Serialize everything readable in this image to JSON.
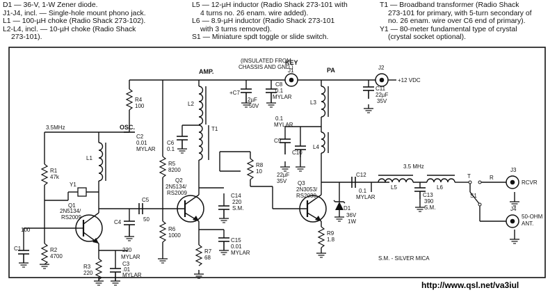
{
  "parts_list": {
    "col1": [
      "D1 — 36-V, 1-W Zener diode.",
      "J1-J4, incl. — Single-hole mount phono jack.",
      "L1 — 100-µH choke (Radio Shack 273-102).",
      "L2-L4, incl. — 10-µH choke (Radio Shack",
      "273-101)."
    ],
    "col2": [
      "L5 — 12-µH inductor (Radio Shack 273-101 with",
      "4 turns no. 26 enam. wire added).",
      "L6 — 8.9-µH inductor (Radio Shack 273-101",
      "with 3 turns removed).",
      "S1 — Miniature spdt toggle or slide switch."
    ],
    "col3": [
      "T1 — Broadband transformer (Radio Shack",
      "273-101 for primary, with 5-turn secondary of",
      "no. 26 enam. wire over C6 end of primary).",
      "Y1 — 80-meter fundamental type of crystal",
      "(crystal socket optional)."
    ]
  },
  "schematic": {
    "stage_osc": "OSC.",
    "stage_amp": "AMP.",
    "stage_pa": "PA",
    "freq_in": "3.5MHz",
    "freq_out": "3.5 MHz",
    "insulated_note_1": "(INSULATED FROM",
    "insulated_note_2": "CHASSIS AND GND.)",
    "key": "KEY",
    "j1": "J1",
    "j2": "J2",
    "j3": "J3",
    "j4": "J4",
    "supply": "+12 VDC",
    "rcvr": "RCVR",
    "ant_1": "50-OHM",
    "ant_2": "ANT.",
    "r_label": "R",
    "t_label": "T",
    "s1": "S1",
    "r1": "R1",
    "r1v": "47k",
    "r2": "R2",
    "r2v": "4700",
    "r3": "R3",
    "r3v": "220",
    "r4": "R4",
    "r4v": "100",
    "r5": "R5",
    "r5v": "8200",
    "r6": "R6",
    "r6v": "1000",
    "r7": "R7",
    "r7v": "68",
    "r8": "R8",
    "r8v": "10",
    "r9": "R9",
    "r9v": "1.8",
    "c1": "C1",
    "c1v": "100",
    "c2": "C2",
    "c2v1": "0.01",
    "c2v2": "MYLAR",
    "c3": "C3",
    "c3v1": ".01",
    "c3v2": "MYLAR",
    "c4": "C4",
    "c4v1": "220",
    "c4v2": "MYLAR",
    "c5": "C5",
    "c5v": "50",
    "c6": "C6",
    "c6v": "0.1",
    "c7": "+C7",
    "c7v1": "2µF",
    "c7v2": "50V",
    "c8": "C8",
    "c8v1": "0.1",
    "c8v2": "MYLAR",
    "c9": "C9",
    "c9v1": "0.1",
    "c9v2": "MYLAR",
    "c10": "C10",
    "c11": "C11",
    "c11v1": "22µF",
    "c11v2": "35V",
    "c12": "C12",
    "c12v1": "0.1",
    "c12v2": "MYLAR",
    "c13": "C13",
    "c13v1": "390",
    "c13v2": "S.M.",
    "c14": "C14",
    "c14v1": "220",
    "c14v2": "S.M.",
    "c15": "C15",
    "c15v1": "0.01",
    "c15v2": "MYLAR",
    "c16v1": "22µF",
    "c16v2": "35V",
    "l1": "L1",
    "l2": "L2",
    "l3": "L3",
    "l4": "L4",
    "l5": "L5",
    "l6": "L6",
    "t1": "T1",
    "y1": "Y1",
    "q1": "Q1",
    "q1p1": "2N5134/",
    "q1p2": "RS2009",
    "q2": "Q2",
    "q2p1": "2N5134/",
    "q2p2": "RS2009",
    "q3": "Q3",
    "q3p1": "2N3053/",
    "q3p2": "RS2030",
    "d1": "D1",
    "d1v1": "36V",
    "d1v2": "1W",
    "sm_note": "S.M. - SILVER MICA"
  },
  "footer_url": "http://www.qsl.net/va3iul"
}
